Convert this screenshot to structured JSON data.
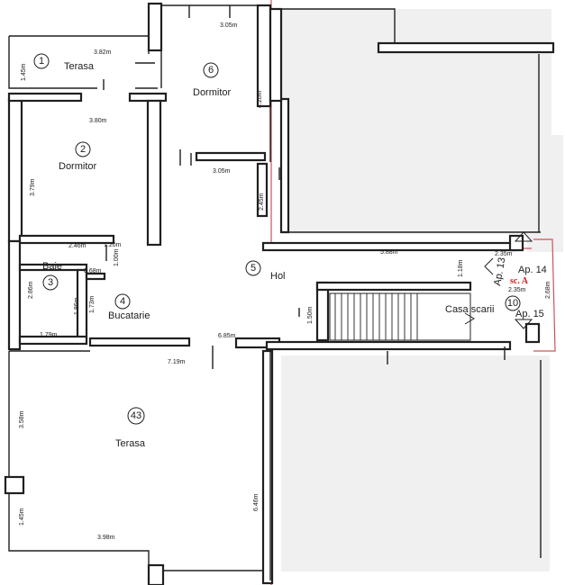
{
  "colors": {
    "wall": "#202020",
    "neighbour_outline": "#c9545c",
    "stamp": "#d01c1c",
    "redacted": "#f0f0f0"
  },
  "rooms": [
    {
      "id": "1",
      "label": "Terasa"
    },
    {
      "id": "2",
      "label": "Dormitor"
    },
    {
      "id": "3",
      "label": "Baie"
    },
    {
      "id": "4",
      "label": "Bucatarie"
    },
    {
      "id": "5",
      "label": "Hol"
    },
    {
      "id": "6",
      "label": "Dormitor"
    },
    {
      "id": "10",
      "label": "Casa scarii"
    },
    {
      "id": "43",
      "label": "Terasa"
    }
  ],
  "dimensions": {
    "terrace1_width": "3.82m",
    "terrace1_height": "1.45m",
    "room6_width": "3.05m",
    "room6_height": "4.20m",
    "room6_bottom_width": "3.05m",
    "room2_width": "3.80m",
    "room2_height": "3.79m",
    "corridor_height": "2.45m",
    "baie_width": "2.46m",
    "baie_height": "2.86m",
    "baie_bottom": "1.79m",
    "dim_120": "1.20m",
    "dim_100": "1.00m",
    "dim_068": "0.68m",
    "dim_186": "1.86m",
    "dim_173": "1.73m",
    "hol_width": "6.85m",
    "hol_width_lower": "7.19m",
    "hall_right": "5.88m",
    "dim_118": "1.18m",
    "dim_150": "1.50m",
    "landing_top": "2.35m",
    "landing_mid": "2.35m",
    "landing_height": "2.68m",
    "terrace43_upper": "3.58m",
    "terrace43_lower": "1.45m",
    "terrace43_bottom": "3.98m",
    "terrace43_right": "6.46m"
  },
  "stairwell": {
    "apartments": [
      "Ap. 14",
      "Ap. 13",
      "Ap. 15"
    ],
    "section_stamp": "sc. A"
  }
}
